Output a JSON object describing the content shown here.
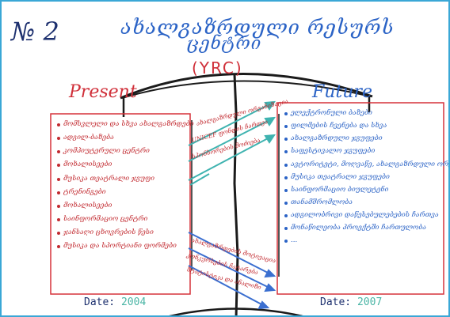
{
  "poster": {
    "number": "№ 2",
    "title_line1": "ახალგაზრდული რესურს",
    "title_line2": "ცენტრი",
    "acronym": "(YRC)",
    "present_heading": "Present",
    "future_heading": "Future",
    "present_items": [
      "მომსვლელი და სხვა ახალგაზრდები",
      "ადგილ-ბაზება",
      "კომპიუტერული ცენტრი",
      "მოხალისეები",
      "მუსიკა თეატრალი ჯგუფი",
      "ტრენინგები",
      "მოხალისეები",
      "საინფორმაციო ცენტრი",
      "ჯანსაღი ცხოვრების წესი",
      "მუსიკა და სპორტიანი ფორმები"
    ],
    "future_items": [
      "ელექტრონული ბაზები",
      "ფილმების ჩვენება და სხვა",
      "ახალგაზრდული ჯგუფები",
      "საფესტივალო ჯგუფები",
      "ავტორიტეტი, მოღვაწე, ახალგაზრდული ორგანიზაციები",
      "მუსიკა თეატრალი ჯგუფები",
      "საინფორმაციო ბიულეტენი",
      "თანამშრომლობა",
      "ადგილობრივი დაწესებულებების ჩართვა",
      "მონაწილეობა პროექტში ჩართულობა",
      "..."
    ],
    "arrow_labels_top": [
      "ახალგაზრდული ორგანიზაცია",
      "UNICEF ფონდის ჩართვა",
      "სპონსორების მოძიება"
    ],
    "arrow_labels_bottom": [
      "ახალგაზრდების მოტივაცია",
      "კონკურსების ჩატარება",
      "სტატისტიკა და ანალიზი"
    ],
    "date_label": "Date:",
    "present_year": "2004",
    "future_year": "2007"
  }
}
